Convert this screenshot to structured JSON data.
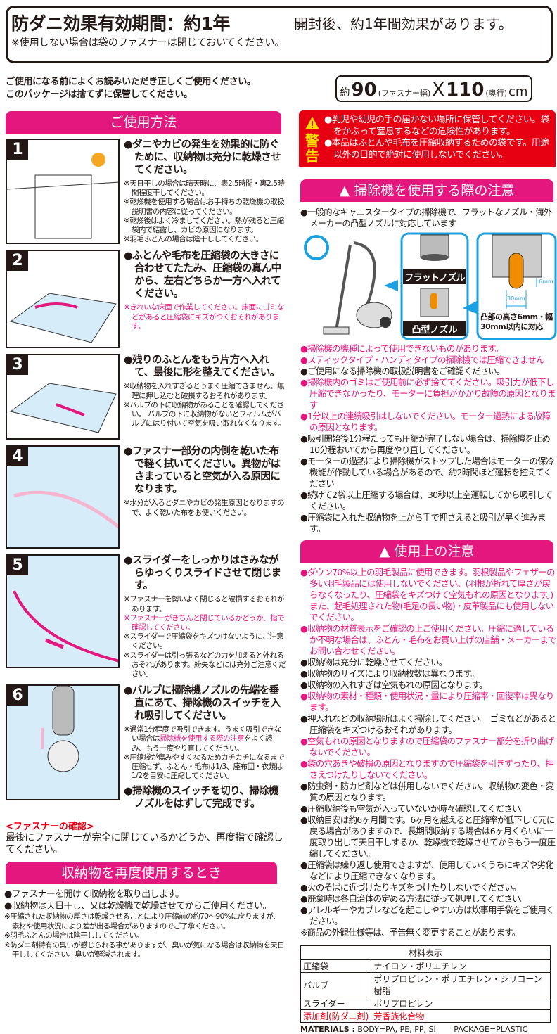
{
  "header": {
    "title": "防ダニ効果有効期間：約1年",
    "subtitle": "開封後、約1年間効果があります。",
    "note": "※使用しない場合は袋のファスナーは閉じておいてください。"
  },
  "intro": [
    "ご使用になる前によくお読みいただき正しくご使用ください。",
    "このパッケージは捨てずに保管してください。"
  ],
  "size": {
    "prefix": "約",
    "width": "90",
    "width_label": "(ファスナー幅)",
    "x": "X",
    "depth": "110",
    "depth_label": "(奥行)",
    "unit": "cm"
  },
  "usage": {
    "title": "ご使用方法",
    "steps": [
      {
        "num": "1",
        "main": [
          "●ダニやカビの発生を効果的に防ぐために、収納物は充分に乾燥させてください。"
        ],
        "notes": [
          {
            "t": "※天日干しの場合は晴天時に、表2.5時間・裏2.5時間程度干してください。"
          },
          {
            "t": "※乾燥機を使用する場合はお手持ちの乾燥機の取扱説明書の内容に従ってください。"
          },
          {
            "t": "※乾燥後はよく冷ましてください。熱が残ると圧縮袋内で結露し、カビの原因になります。"
          },
          {
            "t": "※羽毛ふとんの場合は陰干ししてください。"
          }
        ]
      },
      {
        "num": "2",
        "main": [
          "●ふとんや毛布を圧縮袋の大きさに合わせてたたみ、圧縮袋の真ん中から、左右どちらか一方へ入れてください。"
        ],
        "notes": [
          {
            "t": "※きれいな床面で作業してください。床面にゴミなどがあると圧縮袋にキズがつくおそれがあります。",
            "pink": true
          }
        ]
      },
      {
        "num": "3",
        "main": [
          "●残りのふとんをもう片方へ入れて、最後に形を整えてください。"
        ],
        "notes": [
          {
            "t": "※収納物を入れすぎるとうまく圧縮できません。無理に押し込むと破損するおそれがあります。"
          },
          {
            "t": "※バルブの下に収納物があることを確認してください。 バルブの下に収納物がないとフィルムがバルブにはり付いて空気を吸い取れなくなります。"
          }
        ]
      },
      {
        "num": "4",
        "main": [
          "●ファスナー部分の内側を乾いた布で軽く拭いてください。異物がはさまっていると空気が入る原因になります。"
        ],
        "notes": [
          {
            "t": "※水分が入るとダニやカビの発生原因となりますので、よく乾いた布をお使いください。"
          }
        ]
      },
      {
        "num": "5",
        "main": [
          "●スライダーをしっかりはさみながらゆっくりスライドさせて閉じます。"
        ],
        "notes": [
          {
            "t": "※ファスナーを勢いよく閉じると破損するおそれがあります。"
          },
          {
            "t": "※ファスナーがきちんと閉じているかどうか、指で確認してください。",
            "pink": true
          },
          {
            "t": "※スライダーで圧縮袋をキズつけないようにご注意ください。"
          },
          {
            "t": "※スライダーは引っ張るなどの力を加えると外れるおそれがあります。紛失などには充分ご注意ください。"
          }
        ]
      },
      {
        "num": "6",
        "main": [
          "●バルブに掃除機ノズルの先端を垂直にあて、掃除機のスイッチを入れ吸引してください。"
        ],
        "notes": [
          {
            "t": "※通常1分程度で吸引できます。うまく吸引できない場合は",
            "hl": "掃除機を使用する際の注意",
            "post": "をよく読み、もう一度やり直してください。"
          },
          {
            "t": "※圧縮袋が傷みやすくなるためカチカチになるまで圧縮せず、ふとん・毛布は1/3、座布団・衣類は1/2を目安に圧縮してください。"
          }
        ],
        "main2": "●掃除機のスイッチを切り、掃除機ノズルをはずして完成です。"
      }
    ],
    "zipper_check": {
      "title": "<ファスナーの確認>",
      "text": "最後にファスナーが完全に閉じているかどうか、再度指で確認してください。"
    }
  },
  "reuse": {
    "title": "収納物を再度使用するとき",
    "items": [
      {
        "t": "●ファスナーを開けて収納物を取り出します。",
        "big": true
      },
      {
        "t": "●収納物は天日干し、又は乾燥機で乾燥させてからご使用ください。",
        "big": true
      },
      {
        "t": "※圧縮された収納物の厚さは乾燥させることにより圧縮前の約70〜90%に戻りますが、素材や使用状況により差が出る場合がありますのでご了承ください。"
      },
      {
        "t": "※羽毛ふとんの場合は陰干ししてください。"
      },
      {
        "t": "※防ダニ剤特有の臭いが感じられる事がありますが、臭いが気になる場合は収納物を天日干ししてください。臭いが軽減されます。"
      }
    ]
  },
  "warning": {
    "label": "警告",
    "items": [
      "●乳児や幼児の手の届かない場所に保管してください。袋をかぶって窒息するなどの危険性があります。",
      "●本品はふとんや毛布を圧縮収納するための袋です。用途以外の目的で絶対に使用しないでください。"
    ]
  },
  "vacuum": {
    "title": "掃除機を使用する際の注意",
    "intro": "●一般的なキャニスタータイプの掃除機で、フラットなノズル・海外メーカーの凸型ノズルに対応しています",
    "flat_label": "フラットノズル",
    "convex_label": "凸型ノズル",
    "height_dim": "6mm",
    "width_dim": "30mm",
    "spec": "凸部の高さ6mm・幅30mm以内に対応",
    "items": [
      {
        "t": "●掃除機の機種によって使用できないものがあります。",
        "pink": true
      },
      {
        "t": "●スティックタイプ・ハンディタイプの掃除機では圧縮できません",
        "pink": true
      },
      {
        "t": "●ご使用になる掃除機の取扱説明書をご確認ください。"
      },
      {
        "t": "●掃除機内のゴミはご使用前に必ず捨ててください。吸引力が低下し圧縮できなかったり、モーターに負担がかかり故障の原因となります",
        "pink": true
      },
      {
        "t": "●1分以上の連続吸引はしないでください。モーター過熱による故障の原因となります。",
        "pink": true
      },
      {
        "t": "●吸引開始後1分程たっても圧縮が完了しない場合は、掃除機を止め10分程おいてから再度やり直してください。"
      },
      {
        "t": "●モーターの過熱により掃除機がストップした場合はモーターの保冷機能が作動している場合があるので、約2時間ほど運転を控えてください"
      },
      {
        "t": "●続けて2袋以上圧縮する場合は、30秒以上空運転してから吸引してください。"
      },
      {
        "t": "●圧縮袋に入れた収納物を上から手で押さえると吸引が早く進みます。"
      }
    ]
  },
  "caution": {
    "title": "使用上の注意",
    "items": [
      {
        "t": "●ダウン70%以上の羽毛製品に使用できます。羽根製品やフェザーの多い羽毛製品には使用しないでください。(羽根が折れて厚さが戻らなくなったり、圧縮袋をキズつけて空気もれの原因となります。) また、起毛処理された物(毛足の長い物)・皮革製品にも使用しないでください。",
        "pink": true
      },
      {
        "t": "●収納物の材質表示をご確認の上ご使用ください。圧縮に適しているか不明な場合は、ふとん・毛布をお買い上げの店舗・メーカーまでお問い合わせください。",
        "pink": true
      },
      {
        "t": "●収納物は充分に乾燥させてください。"
      },
      {
        "t": "●収納物のサイズにより収納枚数は異なります。"
      },
      {
        "t": "●収納物の入れすぎは空気もれの原因となります。"
      },
      {
        "t": "●収納物の素材・種類・使用状況・量により圧縮率・回復率は異なります。",
        "pink": true
      },
      {
        "t": "●押入れなどの収納場所はよく掃除してください。 ゴミなどがあると圧縮袋をキズつけるおそれがあります。"
      },
      {
        "t": "●空気もれの原因となりますので圧縮袋のファスナー部分を折り曲げないでください。",
        "pink": true
      },
      {
        "t": "●袋の穴あきや破損の原因となりますので圧縮袋を引きずったり、押さえつけたりしないでください。",
        "pink": true
      },
      {
        "t": "●防虫剤・防カビ剤などは併用しないでください。収納物の変色・変質の原因となります。"
      },
      {
        "t": "●圧縮収納後も空気が入っていないか時々確認してください。"
      },
      {
        "t": "●収納目安は約6ヶ月間です。6ヶ月を越えると圧縮率が低下して元に戻る場合がありますので、長期間収納する場合は6ヶ月くらいに一度取り出して天日干しするか、乾燥機で乾燥させてからもう一度圧縮してください。"
      },
      {
        "t": "●圧縮袋は繰り返し使用できますが、使用していくうちにキズや劣化などにより圧縮できなくなります。"
      },
      {
        "t": "●火のそばに近づけたりキズをつけたりしないでください。"
      },
      {
        "t": "●廃棄時は各自治体の定める方法に従って処理してください。"
      },
      {
        "t": "●アレルギーやカブレなどを起こしやすい方は炊事用手袋をご使用ください。"
      },
      {
        "t": "※商品の外観仕様等は、予告無く変更することがあります。"
      }
    ]
  },
  "materials": {
    "title": "材料表示",
    "rows": [
      {
        "part": "圧縮袋",
        "material": "ナイロン・ポリエチレン"
      },
      {
        "part": "バルブ",
        "material": "ポリプロピレン・ポリエチレン・シリコーン樹脂"
      },
      {
        "part": "スライダー",
        "material": "ポリプロピレン"
      },
      {
        "part": "添加剤(防ダニ剤)",
        "material": "芳香族化合物",
        "red": true
      }
    ],
    "footer_label": "MATERIALS :",
    "footer_body": "BODY=PA, PE, PP, SI",
    "footer_package": "PACKAGE=PLASTIC"
  },
  "colors": {
    "accent_pink": "#e4177f",
    "warning_red": "#e60012",
    "warning_yellow": "#ffe100",
    "illustration_blue": "#d6ecf8",
    "nozzle_orange": "#f08c00"
  }
}
